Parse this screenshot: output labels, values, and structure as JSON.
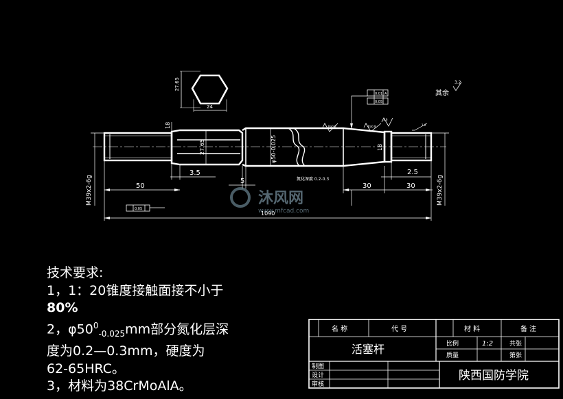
{
  "drawing": {
    "hex_view": {
      "dim_across_flats": "27.65",
      "dim_width": "24"
    },
    "dimensions": {
      "d_18_left": "18",
      "d_27_65_mid": "27.65",
      "d_phi50": "φ50-0.025",
      "d_18_right": "18",
      "d_3_5": "3.5",
      "d_50": "50",
      "d_5": "5",
      "d_30_a": "30",
      "d_30_b": "30",
      "d_2_5": "2.5",
      "d_1090": "1090",
      "thread_left": "M39x2-6g",
      "thread_right": "M39x2-6g"
    },
    "annotations": {
      "nitriding_note": "氮化深度 0.2-0.3",
      "rest_roughness": "其余",
      "roughness_value": "3.2",
      "ra_a": "Ra0.8",
      "ra_b": "Ra0.8",
      "ra_c": "1.6",
      "ra_d": "1.6",
      "tol_a": "0.01",
      "tol_b": "0.05",
      "tol_c": "0.05",
      "datum_a": "A"
    }
  },
  "tech_requirements": {
    "title": "技术要求:",
    "line1": "1，1：20锥度接触面接不小于",
    "line1b": "80%",
    "line2_prefix": "2，φ50",
    "line2_sup": "0",
    "line2_sub": "-0.025",
    "line2_suffix": "mm部分氮化层深",
    "line2b": "度为0.2—0.3mm，硬度为",
    "line2c": "62-65HRC。",
    "line3": "3，材料为38CrMoAlA。"
  },
  "title_block": {
    "col_name": "名 称",
    "col_code": "代 号",
    "col_material": "材 料",
    "col_remark": "备 注",
    "part_name": "活塞杆",
    "ratio_label": "比例",
    "ratio_value": "1:2",
    "sheets_total_label": "共张",
    "weight_label": "质量",
    "sheet_no_label": "第张",
    "drawn_by": "制图",
    "designed_by": "设计",
    "checked_by": "审核",
    "institution": "陕西国防学院"
  },
  "watermark": {
    "brand": "沐风网",
    "url": "www.mfcad.com"
  }
}
